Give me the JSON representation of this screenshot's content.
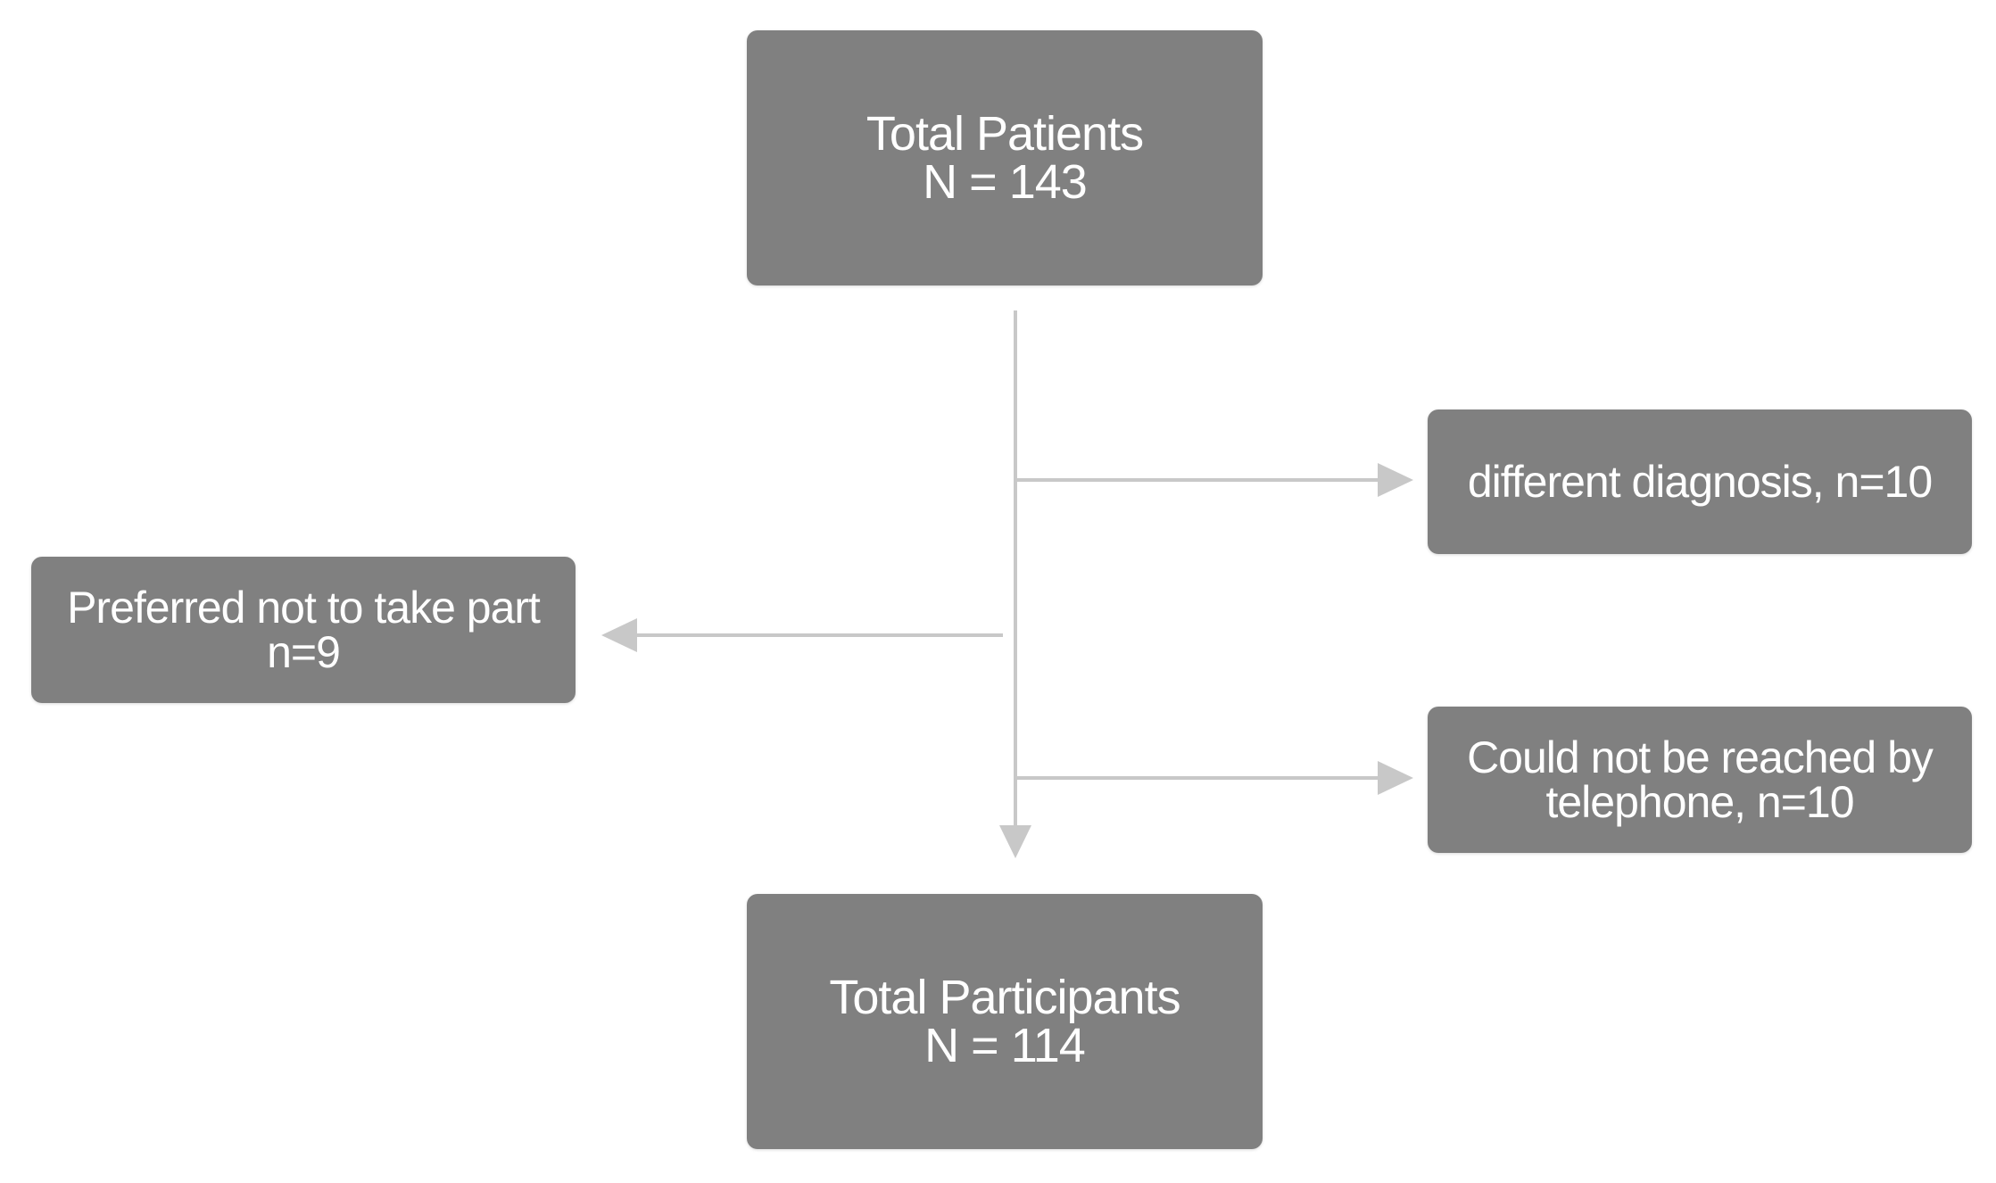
{
  "colors": {
    "box_fill": "#808080",
    "box_text": "#ffffff",
    "connector": "#c8c8c8"
  },
  "nodes": {
    "total_patients": {
      "line1": "Total Patients",
      "line2": "N = 143"
    },
    "different_diagnosis": {
      "line1": "different diagnosis, n=10"
    },
    "preferred_not": {
      "line1": "Preferred not to take part",
      "line2": "n=9"
    },
    "not_reached": {
      "line1": "Could not be reached by",
      "line2": "telephone, n=10"
    },
    "total_participants": {
      "line1": "Total Participants",
      "line2": "N = 114"
    }
  },
  "edges": [
    {
      "from": "total_patients",
      "to": "total_participants"
    },
    {
      "from": "total_patients",
      "to": "different_diagnosis"
    },
    {
      "from": "total_patients",
      "to": "preferred_not"
    },
    {
      "from": "total_patients",
      "to": "not_reached"
    }
  ]
}
